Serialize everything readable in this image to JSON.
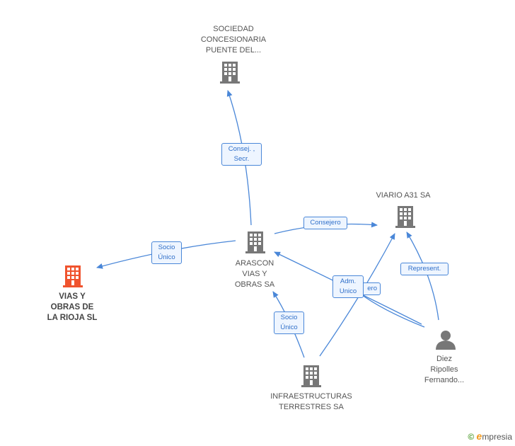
{
  "nodes": {
    "sociedad": {
      "label": "SOCIEDAD\nCONCESIONARIA\nPUENTE DEL...",
      "icon": "building-icon",
      "color": "#777777"
    },
    "viario": {
      "label": "VIARIO A31 SA",
      "icon": "building-icon",
      "color": "#777777"
    },
    "arascon": {
      "label": "ARASCON\nVIAS Y\nOBRAS SA",
      "icon": "building-icon",
      "color": "#777777"
    },
    "vias_rioja": {
      "label": "VIAS Y\nOBRAS DE\nLA RIOJA SL",
      "icon": "building-icon",
      "color": "#f0532e"
    },
    "infra": {
      "label": "INFRAESTRUCTURAS\nTERRESTRES SA",
      "icon": "building-icon",
      "color": "#777777"
    },
    "diez": {
      "label": "Diez\nRipolles\nFernando...",
      "icon": "person-icon",
      "color": "#777777"
    }
  },
  "edges": {
    "consej_secr": "Consej. ,\nSecr.",
    "consejero": "Consejero",
    "socio_unico_rioja": "Socio\nÚnico",
    "socio_unico_infra": "Socio\nÚnico",
    "adm_unico": "Adm.\nUnico",
    "consejero_hidden": "ero",
    "represent": "Represent."
  },
  "watermark": {
    "copyright": "©",
    "brand_initial": "e",
    "brand_rest": "mpresia"
  },
  "colors": {
    "edge": "#4a87d8",
    "focus_node": "#f0532e",
    "node": "#777777"
  }
}
